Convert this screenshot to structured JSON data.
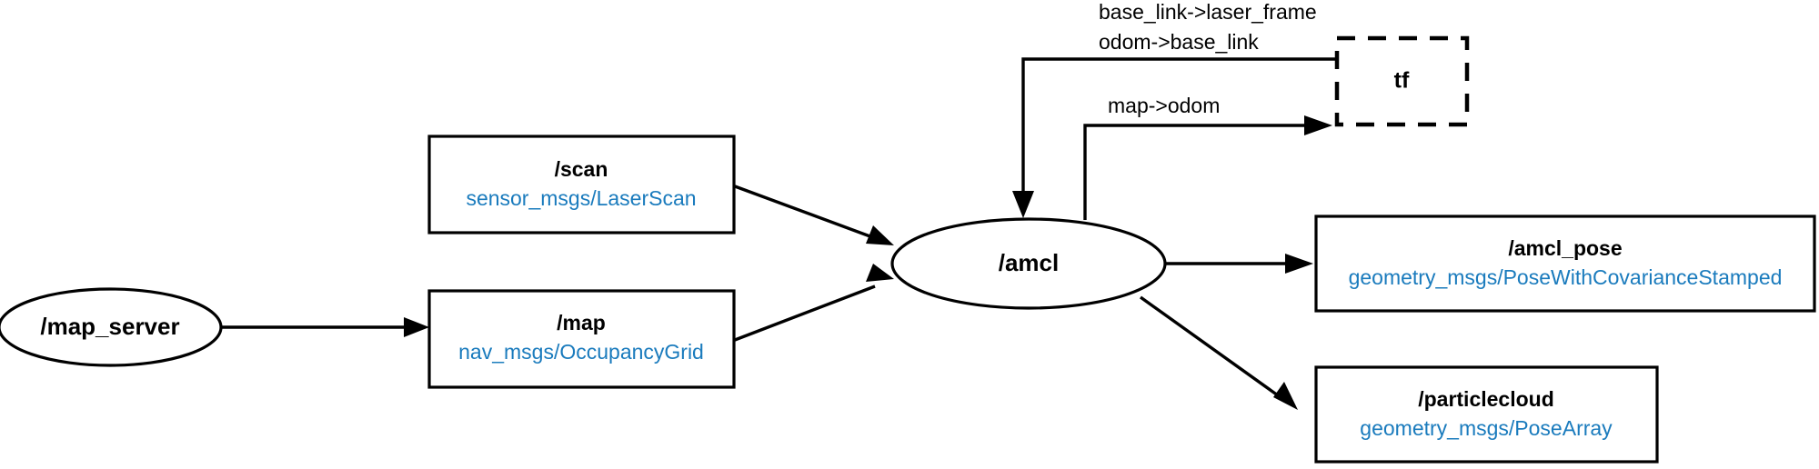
{
  "diagram": {
    "kind": "ros-node-graph",
    "background_color": "#ffffff",
    "topic_text_color": "#000000",
    "msg_type_color": "#1a7bbd",
    "edge_color": "#000000"
  },
  "nodes": {
    "map_server": {
      "label": "/map_server",
      "shape": "ellipse"
    },
    "amcl": {
      "label": "/amcl",
      "shape": "ellipse"
    },
    "tf": {
      "label": "tf",
      "shape": "dashed-rect"
    }
  },
  "topics": {
    "scan": {
      "name": "/scan",
      "type": "sensor_msgs/LaserScan"
    },
    "map": {
      "name": "/map",
      "type": "nav_msgs/OccupancyGrid"
    },
    "amcl_pose": {
      "name": "/amcl_pose",
      "type": "geometry_msgs/PoseWithCovarianceStamped"
    },
    "particlecloud": {
      "name": "/particlecloud",
      "type": "geometry_msgs/PoseArray"
    }
  },
  "edge_labels": {
    "tf_in_line1": "base_link->laser_frame",
    "tf_in_line2": "odom->base_link",
    "tf_out": "map->odom"
  }
}
